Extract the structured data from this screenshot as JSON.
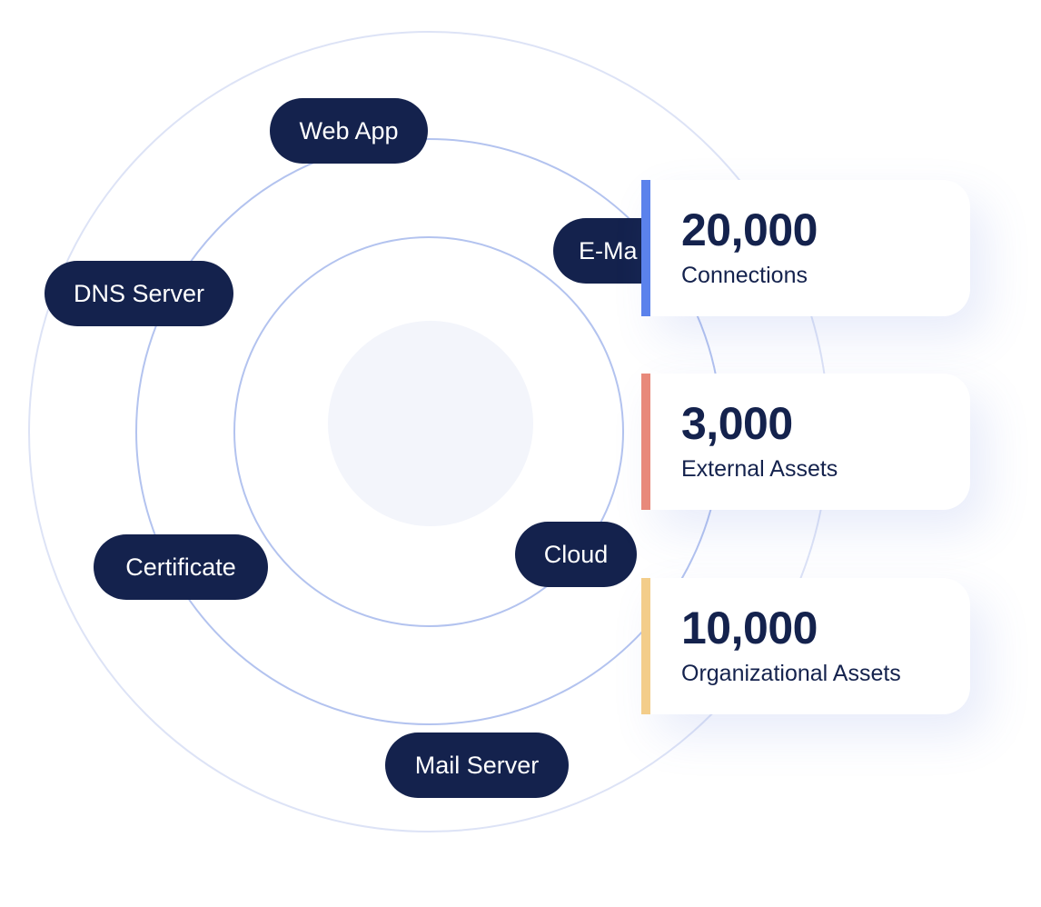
{
  "nodes": [
    {
      "id": "web-app",
      "label": "Web App"
    },
    {
      "id": "email",
      "label": "E-Ma"
    },
    {
      "id": "dns-server",
      "label": "DNS Server"
    },
    {
      "id": "cloud",
      "label": "Cloud"
    },
    {
      "id": "certificate",
      "label": "Certificate"
    },
    {
      "id": "mail-server",
      "label": "Mail Server"
    }
  ],
  "stats": [
    {
      "value": "20,000",
      "label": "Connections",
      "color": "#5b82ec"
    },
    {
      "value": "3,000",
      "label": "External Assets",
      "color": "#e8897a"
    },
    {
      "value": "10,000",
      "label": "Organizational Assets",
      "color": "#f3cd8a"
    }
  ],
  "colors": {
    "pill_background": "#14224d",
    "pill_text": "#ffffff",
    "ring_inner": "#b3c3ef",
    "ring_outer": "#dde3f6",
    "core_fill": "#f3f5fb"
  }
}
